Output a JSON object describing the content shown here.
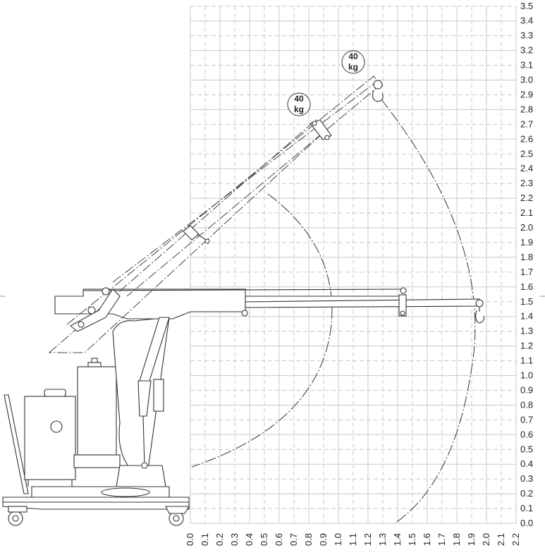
{
  "chart_data": {
    "type": "diagram",
    "x_ticks": [
      "0.0",
      "0.1",
      "0.2",
      "0.3",
      "0.4",
      "0.5",
      "0.6",
      "0.7",
      "0.8",
      "0.9",
      "1.0",
      "1.1",
      "1.2",
      "1.3",
      "1.4",
      "1.5",
      "1.6",
      "1.7",
      "1.8",
      "1.9",
      "2.0",
      "2.1",
      "2.2"
    ],
    "y_ticks": [
      "0.0",
      "0.1",
      "0.2",
      "0.3",
      "0.4",
      "0.5",
      "0.6",
      "0.7",
      "0.8",
      "0.9",
      "1.0",
      "1.1",
      "1.2",
      "1.3",
      "1.4",
      "1.5",
      "1.6",
      "1.7",
      "1.8",
      "1.9",
      "2.0",
      "2.1",
      "2.2",
      "2.3",
      "2.4",
      "2.5",
      "2.6",
      "2.7",
      "2.8",
      "2.9",
      "3.0",
      "3.1",
      "3.2",
      "3.3",
      "3.4",
      "3.5"
    ],
    "xlim": [
      0,
      2.2
    ],
    "ylim": [
      0,
      3.5
    ],
    "grid": true,
    "loads": [
      {
        "value": "40",
        "unit": "kg"
      },
      {
        "value": "40",
        "unit": "kg"
      }
    ],
    "positions": [
      {
        "name": "horizontal-boom",
        "hook_x": 1.95,
        "hook_y": 1.45
      },
      {
        "name": "raised-boom",
        "hook_x": 1.3,
        "hook_y": 2.88
      }
    ]
  },
  "colors": {
    "grid": "#c8c8c8",
    "line": "#333333",
    "background": "#ffffff"
  }
}
